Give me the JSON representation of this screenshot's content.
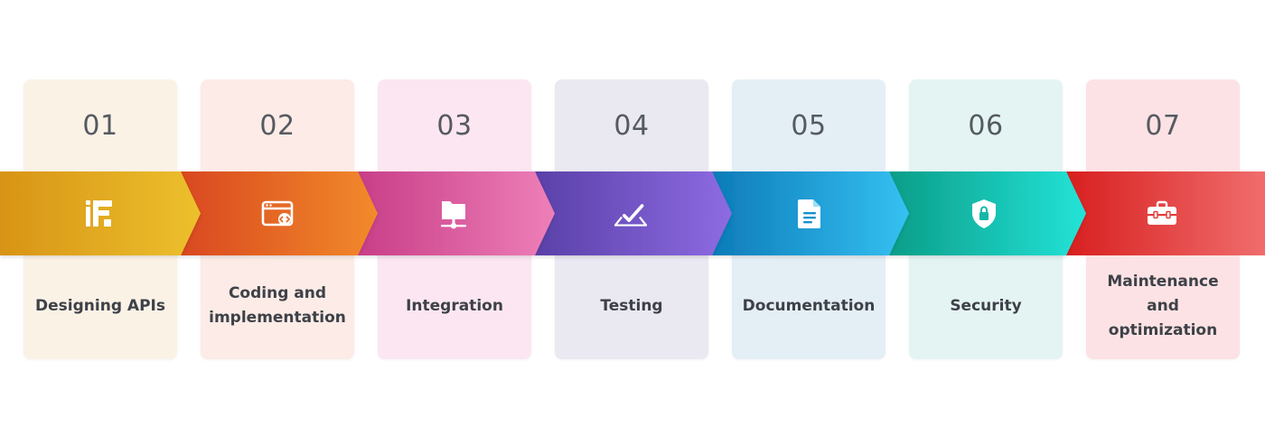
{
  "steps": [
    {
      "number": "01",
      "label": "Designing APIs",
      "icon": "design-icon",
      "card_color": "#fbf2e6",
      "gradient": [
        "#d89416",
        "#ecc02d"
      ]
    },
    {
      "number": "02",
      "label": "Coding and implementation",
      "icon": "code-window-icon",
      "card_color": "#fcebe6",
      "gradient": [
        "#d9481f",
        "#f28a2b"
      ]
    },
    {
      "number": "03",
      "label": "Integration",
      "icon": "network-folder-icon",
      "card_color": "#fbe6f1",
      "gradient": [
        "#c83e88",
        "#ee7fb8"
      ]
    },
    {
      "number": "04",
      "label": "Testing",
      "icon": "checkmark-plane-icon",
      "card_color": "#eae8f1",
      "gradient": [
        "#5a40a8",
        "#8d6be2"
      ]
    },
    {
      "number": "05",
      "label": "Documentation",
      "icon": "document-icon",
      "card_color": "#e4eff5",
      "gradient": [
        "#0d7bb8",
        "#35c1f2"
      ]
    },
    {
      "number": "06",
      "label": "Security",
      "icon": "shield-lock-icon",
      "card_color": "#e4f4f3",
      "gradient": [
        "#0b9d88",
        "#23e3d8"
      ]
    },
    {
      "number": "07",
      "label": "Maintenance and optimization",
      "icon": "toolbox-icon",
      "card_color": "#fce2e4",
      "gradient": [
        "#d81f1f",
        "#f06d6d"
      ]
    }
  ]
}
